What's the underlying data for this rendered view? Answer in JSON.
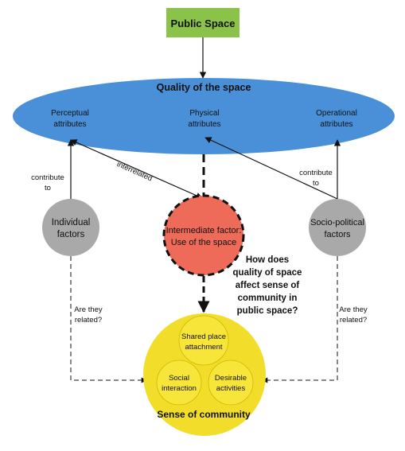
{
  "top_box": {
    "label": "Public Space",
    "fill": "#8bc34a"
  },
  "quality": {
    "title": "Quality of the space",
    "fill": "#4a90d9",
    "attributes": [
      {
        "line1": "Perceptual",
        "line2": "attributes"
      },
      {
        "line1": "Physical",
        "line2": "attributes"
      },
      {
        "line1": "Operational",
        "line2": "attributes"
      }
    ]
  },
  "labels": {
    "contribute_left": {
      "line1": "contribute",
      "line2": "to"
    },
    "contribute_right": {
      "line1": "contribute",
      "line2": "to"
    },
    "interrelated": "interrelated",
    "related_left": {
      "line1": "Are they",
      "line2": "related?"
    },
    "related_right": {
      "line1": "Are they",
      "line2": "related?"
    }
  },
  "individual": {
    "line1": "Individual",
    "line2": "factors",
    "fill": "#a9a9a9"
  },
  "socio": {
    "line1": "Socio-political",
    "line2": "factors",
    "fill": "#a9a9a9"
  },
  "intermediate": {
    "line1": "Intermediate factor:",
    "line2": "Use of the space",
    "fill": "#ee6b5a"
  },
  "question": {
    "line1": "How does",
    "line2": "quality of space",
    "line3": "affect sense of",
    "line4": "community in",
    "line5": "public space?"
  },
  "community": {
    "title": "Sense of community",
    "fill": "#f2de2a",
    "inner_fill": "#f7e53a",
    "shared": {
      "line1": "Shared place",
      "line2": "attachment"
    },
    "social": {
      "line1": "Social",
      "line2": "interaction"
    },
    "desirable": {
      "line1": "Desirable",
      "line2": "activities"
    }
  }
}
